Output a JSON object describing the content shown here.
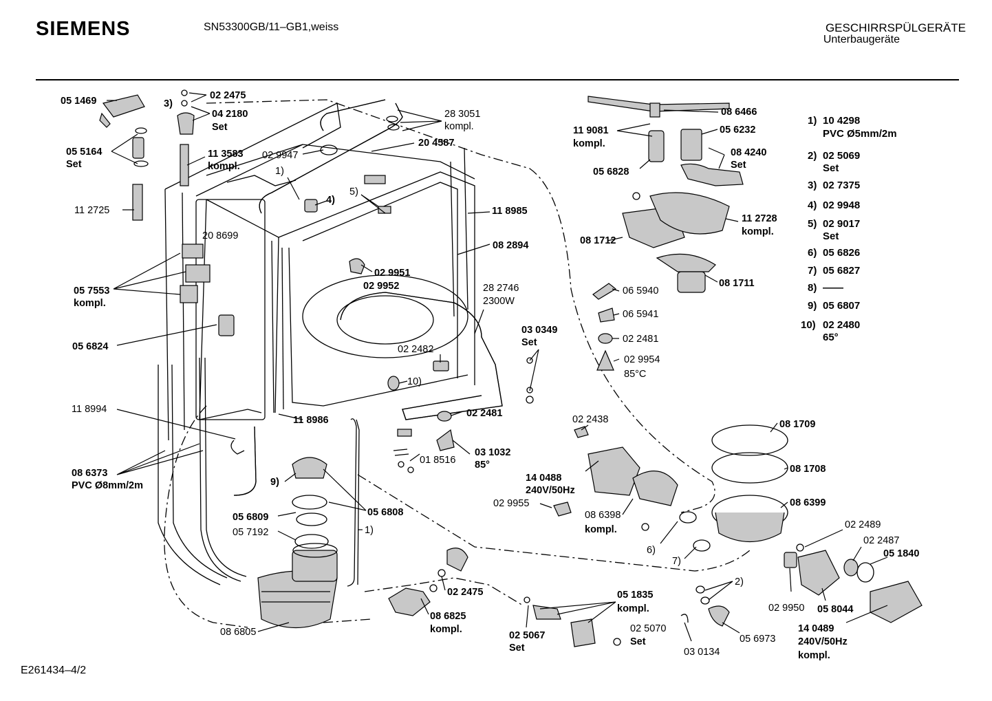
{
  "header": {
    "brand": "SIEMENS",
    "model": "SN53300GB/11–GB1,weiss",
    "category_line1": "GESCHIRRSPÜLGERÄTE",
    "category_line2": "Unterbaugeräte"
  },
  "footer": {
    "doc_id": "E261434–4/2"
  },
  "legend": [
    {
      "idx": "1)",
      "part": "10 4298",
      "extra": "PVC Ø5mm/2m"
    },
    {
      "idx": "2)",
      "part": "02 5069",
      "extra": "Set"
    },
    {
      "idx": "3)",
      "part": "02 7375",
      "extra": ""
    },
    {
      "idx": "4)",
      "part": "02 9948",
      "extra": ""
    },
    {
      "idx": "5)",
      "part": "02 9017",
      "extra": "Set"
    },
    {
      "idx": "6)",
      "part": "05 6826",
      "extra": ""
    },
    {
      "idx": "7)",
      "part": "05 6827",
      "extra": ""
    },
    {
      "idx": "8)",
      "part": "——",
      "extra": ""
    },
    {
      "idx": "9)",
      "part": "05 6807",
      "extra": ""
    },
    {
      "idx": "10)",
      "part": "02 2480",
      "extra": "65°"
    }
  ],
  "labels": {
    "l051469": "05 1469",
    "l022475a": "02 2475",
    "l3": "3)",
    "l042180": "04 2180",
    "lset1": "Set",
    "l055164": "05 5164",
    "lset2": "Set",
    "l113583": "11 3583",
    "lkompl1": "kompl.",
    "l112725": "11 2725",
    "l283051": "28 3051",
    "lkompl2": "kompl.",
    "l029947": "02 9947",
    "l204587": "20 4587",
    "l1a": "1)",
    "l4": "4)",
    "l5": "5)",
    "l118985": "11 8985",
    "l208699": "20 8699",
    "l082894": "08 2894",
    "l029951": "02 9951",
    "l029952": "02 9952",
    "l057553": "05 7553",
    "lkompl3": "kompl.",
    "l282746": "28 2746",
    "l2300w": "2300W",
    "l056824": "05 6824",
    "l030349": "03 0349",
    "lset3": "Set",
    "l022482": "02 2482",
    "l10": "10)",
    "l118994": "11 8994",
    "l118986": "11 8986",
    "l022481a": "02 2481",
    "l086373": "08 6373",
    "lpvc8": "PVC Ø8mm/2m",
    "l018516": "01 8516",
    "l031032": "03 1032",
    "l85a": "85°",
    "l9": "9)",
    "l056809": "05 6809",
    "l056808": "05 6808",
    "l057192": "05 7192",
    "l1b": "1)",
    "l022475b": "02 2475",
    "l086825": "08 6825",
    "lkompl4": "kompl.",
    "l086805": "08 6805",
    "l086466": "08 6466",
    "l119081": "11 9081",
    "lkompl5": "kompl.",
    "l056232": "05 6232",
    "l084240": "08 4240",
    "lset4": "Set",
    "l056828": "05 6828",
    "l112728": "11 2728",
    "lkompl6": "kompl.",
    "l081712": "08 1712",
    "l081711": "08 1711",
    "l065940": "06 5940",
    "l065941": "06 5941",
    "l022481b": "02 2481",
    "l029954": "02 9954",
    "l85c": "85°C",
    "l022438": "02 2438",
    "l081709": "08 1709",
    "l081708": "08 1708",
    "l140488": "14 0488",
    "l240a": "240V/50Hz",
    "l029955": "02 9955",
    "l086398": "08 6398",
    "lkompl7": "kompl.",
    "l086399": "08 6399",
    "l6": "6)",
    "l7": "7)",
    "l022489": "02 2489",
    "l022487": "02 2487",
    "l051840": "05 1840",
    "l2": "2)",
    "l029950": "02 9950",
    "l058044": "05 8044",
    "l051835": "05 1835",
    "lkompl8": "kompl.",
    "l025067": "02 5067",
    "lset5": "Set",
    "l025070": "02 5070",
    "lset6": "Set",
    "l030134": "03 0134",
    "l056973": "05 6973",
    "l140489": "14 0489",
    "l240b": "240V/50Hz",
    "lkompl9": "kompl."
  }
}
